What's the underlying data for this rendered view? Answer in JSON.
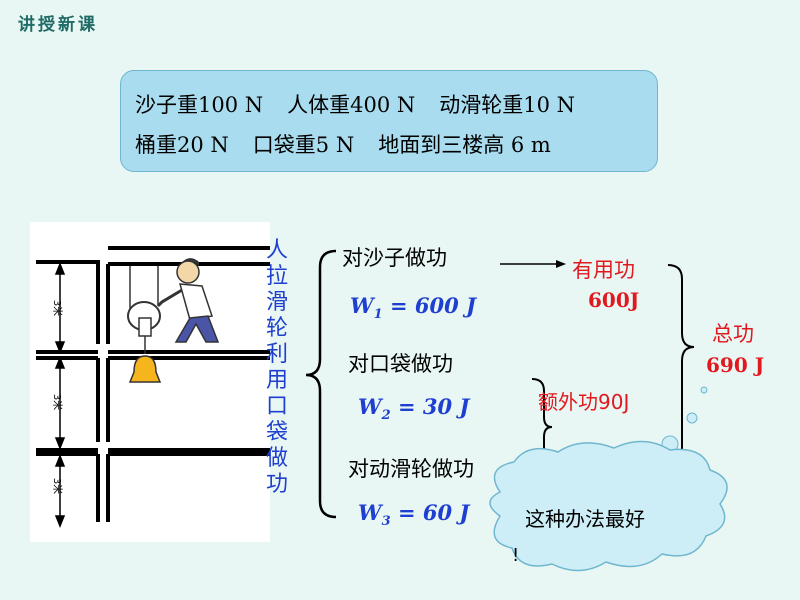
{
  "header": "讲授新课",
  "info": {
    "line1": [
      "沙子重100 N",
      "人体重400 N",
      "动滑轮重10 N"
    ],
    "line2": [
      "桶重20 N",
      "口袋重5 N",
      "地面到三楼高 6 m"
    ]
  },
  "floor_label": "3米",
  "method_vertical": "人拉滑轮利用口袋做功",
  "items": [
    {
      "label": "对沙子做功",
      "w": "W",
      "sub": "1",
      "eq": " = 600 J"
    },
    {
      "label": "对口袋做功",
      "w": "W",
      "sub": "2",
      "eq": " = 30 J"
    },
    {
      "label": "对动滑轮做功",
      "w": "W",
      "sub": "3",
      "eq": " = 60 J"
    }
  ],
  "useful": {
    "label": "有用功",
    "value": "600J"
  },
  "extra": {
    "label": "额外功90J"
  },
  "total": {
    "label": "总功",
    "value": "690 J"
  },
  "bubble": {
    "text": "这种办法最好",
    "tail": "!"
  },
  "colors": {
    "blue": "#1f3fd0",
    "red": "#e0191f",
    "box": "#a9dcee",
    "bubble": "#cdeef6"
  }
}
